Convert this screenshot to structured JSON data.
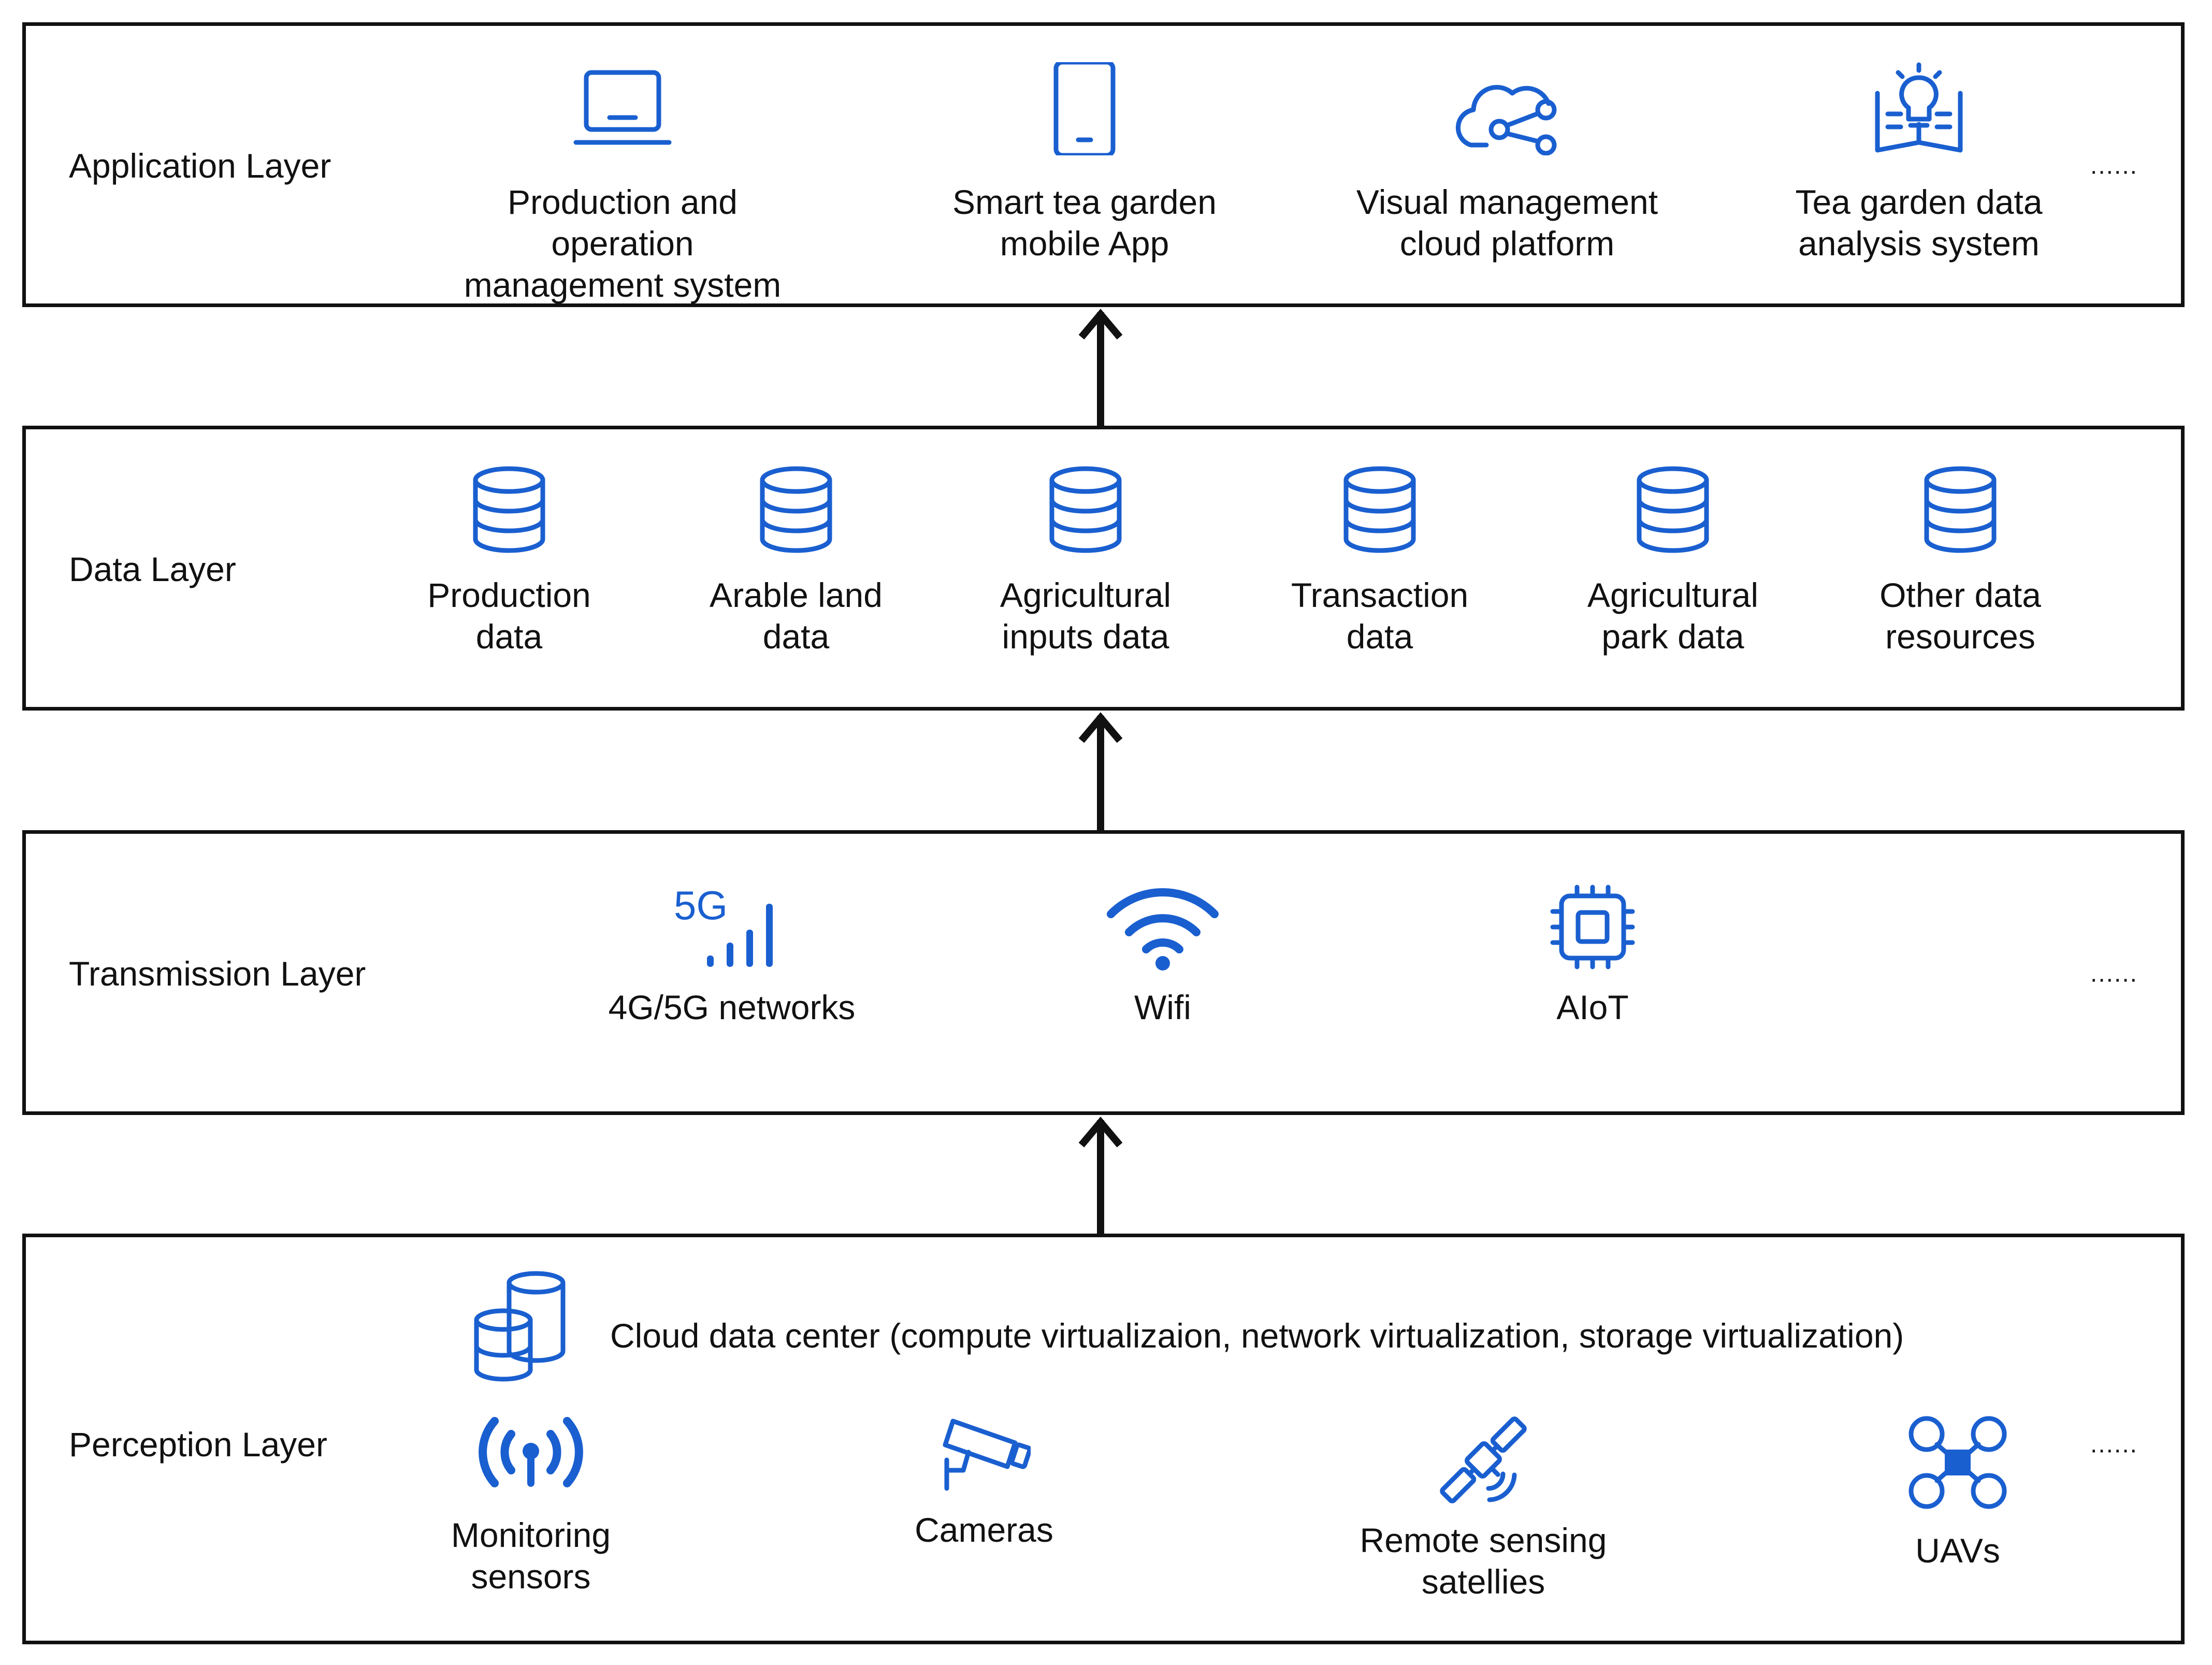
{
  "layers": {
    "application": {
      "title": "Application Layer",
      "items": [
        {
          "label": "Production and operation\nmanagement system",
          "icon": "laptop-icon"
        },
        {
          "label": "Smart tea garden\nmobile App",
          "icon": "smartphone-icon"
        },
        {
          "label": "Visual management\ncloud platform",
          "icon": "cloud-share-icon"
        },
        {
          "label": "Tea garden data\nanalysis system",
          "icon": "lightbulb-book-icon"
        }
      ],
      "more": "......"
    },
    "data": {
      "title": "Data Layer",
      "items": [
        {
          "label": "Production\ndata",
          "icon": "database-icon"
        },
        {
          "label": "Arable land\ndata",
          "icon": "database-icon"
        },
        {
          "label": "Agricultural\ninputs data",
          "icon": "database-icon"
        },
        {
          "label": "Transaction\ndata",
          "icon": "database-icon"
        },
        {
          "label": "Agricultural\npark data",
          "icon": "database-icon"
        },
        {
          "label": "Other data\nresources",
          "icon": "database-icon"
        }
      ]
    },
    "transmission": {
      "title": "Transmission Layer",
      "items": [
        {
          "label": "4G/5G networks",
          "icon": "5g-signal-icon",
          "icon_text": "5G"
        },
        {
          "label": "Wifi",
          "icon": "wifi-icon"
        },
        {
          "label": "AIoT",
          "icon": "chip-icon"
        }
      ],
      "more": "......"
    },
    "perception": {
      "title": "Perception Layer",
      "cloud_center": {
        "label": "Cloud data center (compute virtualizaion, network virtualization, storage virtualization)",
        "icon": "cloud-database-icon"
      },
      "items": [
        {
          "label": "Monitoring\nsensors",
          "icon": "sensor-signal-icon"
        },
        {
          "label": "Cameras",
          "icon": "security-camera-icon"
        },
        {
          "label": "Remote sensing\nsatellies",
          "icon": "satellite-icon"
        },
        {
          "label": "UAVs",
          "icon": "drone-icon"
        }
      ],
      "more": "......"
    }
  },
  "colors": {
    "icon": "#1a5fd0",
    "border": "#111111",
    "arrow": "#111111"
  }
}
